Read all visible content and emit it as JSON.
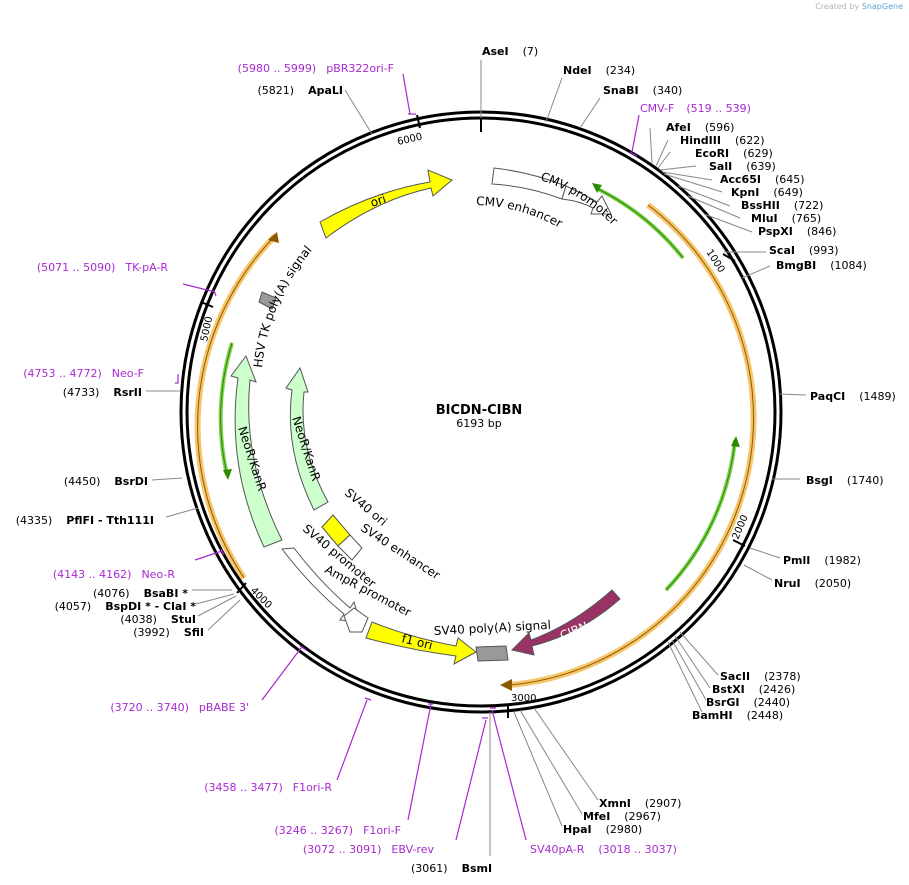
{
  "credit": {
    "prefix": "Created by",
    "brand": "SnapGene"
  },
  "plasmid": {
    "name": "BICDN-CIBN",
    "length_label": "6193 bp",
    "length": 6193
  },
  "ruler_ticks": [
    "1000",
    "2000",
    "3000",
    "4000",
    "5000",
    "6000"
  ],
  "sites": [
    {
      "name": "AseI",
      "pos": "(7)"
    },
    {
      "name": "NdeI",
      "pos": "(234)"
    },
    {
      "name": "SnaBI",
      "pos": "(340)"
    },
    {
      "name": "AfeI",
      "pos": "(596)"
    },
    {
      "name": "HindIII",
      "pos": "(622)"
    },
    {
      "name": "EcoRI",
      "pos": "(629)"
    },
    {
      "name": "SalI",
      "pos": "(639)"
    },
    {
      "name": "Acc65I",
      "pos": "(645)"
    },
    {
      "name": "KpnI",
      "pos": "(649)"
    },
    {
      "name": "BssHII",
      "pos": "(722)"
    },
    {
      "name": "MluI",
      "pos": "(765)"
    },
    {
      "name": "PspXI",
      "pos": "(846)"
    },
    {
      "name": "ScaI",
      "pos": "(993)"
    },
    {
      "name": "BmgBI",
      "pos": "(1084)"
    },
    {
      "name": "PaqCI",
      "pos": "(1489)"
    },
    {
      "name": "BsgI",
      "pos": "(1740)"
    },
    {
      "name": "PmlI",
      "pos": "(1982)"
    },
    {
      "name": "NruI",
      "pos": "(2050)"
    },
    {
      "name": "SacII",
      "pos": "(2378)"
    },
    {
      "name": "BstXI",
      "pos": "(2426)"
    },
    {
      "name": "BsrGI",
      "pos": "(2440)"
    },
    {
      "name": "BamHI",
      "pos": "(2448)"
    },
    {
      "name": "XmnI",
      "pos": "(2907)"
    },
    {
      "name": "MfeI",
      "pos": "(2967)"
    },
    {
      "name": "HpaI",
      "pos": "(2980)"
    },
    {
      "name": "BsmI",
      "pos": "(3061)"
    },
    {
      "name": "SfiI",
      "pos": "(3992)"
    },
    {
      "name": "StuI",
      "pos": "(4038)"
    },
    {
      "name": "BspDI * - ClaI *",
      "pos": "(4057)"
    },
    {
      "name": "BsaBI *",
      "pos": "(4076)"
    },
    {
      "name": "PflFI - Tth111I",
      "pos": "(4335)"
    },
    {
      "name": "BsrDI",
      "pos": "(4450)"
    },
    {
      "name": "RsrII",
      "pos": "(4733)"
    },
    {
      "name": "ApaLI",
      "pos": "(5821)"
    }
  ],
  "primers": [
    {
      "name": "pBR322ori-F",
      "range": "(5980 .. 5999)"
    },
    {
      "name": "CMV-F",
      "range": "(519 .. 539)"
    },
    {
      "name": "TK-pA-R",
      "range": "(5071 .. 5090)"
    },
    {
      "name": "Neo-F",
      "range": "(4753 .. 4772)"
    },
    {
      "name": "Neo-R",
      "range": "(4143 .. 4162)"
    },
    {
      "name": "pBABE 3'",
      "range": "(3720 .. 3740)"
    },
    {
      "name": "F1ori-R",
      "range": "(3458 .. 3477)"
    },
    {
      "name": "F1ori-F",
      "range": "(3246 .. 3267)"
    },
    {
      "name": "EBV-rev",
      "range": "(3072 .. 3091)"
    },
    {
      "name": "SV40pA-R",
      "range": "(3018 .. 3037)"
    }
  ],
  "features": [
    {
      "name": "ori",
      "color": "#ffff00"
    },
    {
      "name": "CMV enhancer",
      "color": "#ffffff"
    },
    {
      "name": "CMV promoter",
      "color": "#ffffff"
    },
    {
      "name": "HSV TK poly(A) signal",
      "color": "#999999"
    },
    {
      "name": "NeoR/KanR",
      "color": "#ccffcc"
    },
    {
      "name": "NeoR/KanR",
      "color": "#ccffcc"
    },
    {
      "name": "SV40 ori",
      "color": "#ffff00"
    },
    {
      "name": "SV40 enhancer",
      "color": "#ffffff"
    },
    {
      "name": "SV40 promoter",
      "color": "#ffffff"
    },
    {
      "name": "AmpR promoter",
      "color": "#ffffff"
    },
    {
      "name": "f1 ori",
      "color": "#ffff00"
    },
    {
      "name": "SV40 poly(A) signal",
      "color": "#999999"
    },
    {
      "name": "CIBN",
      "color": "#993366"
    }
  ],
  "colors": {
    "primer": "#a829d1",
    "orf": "#f5a623",
    "orf_arrow": "#2a8a00",
    "backbone": "#000000"
  }
}
